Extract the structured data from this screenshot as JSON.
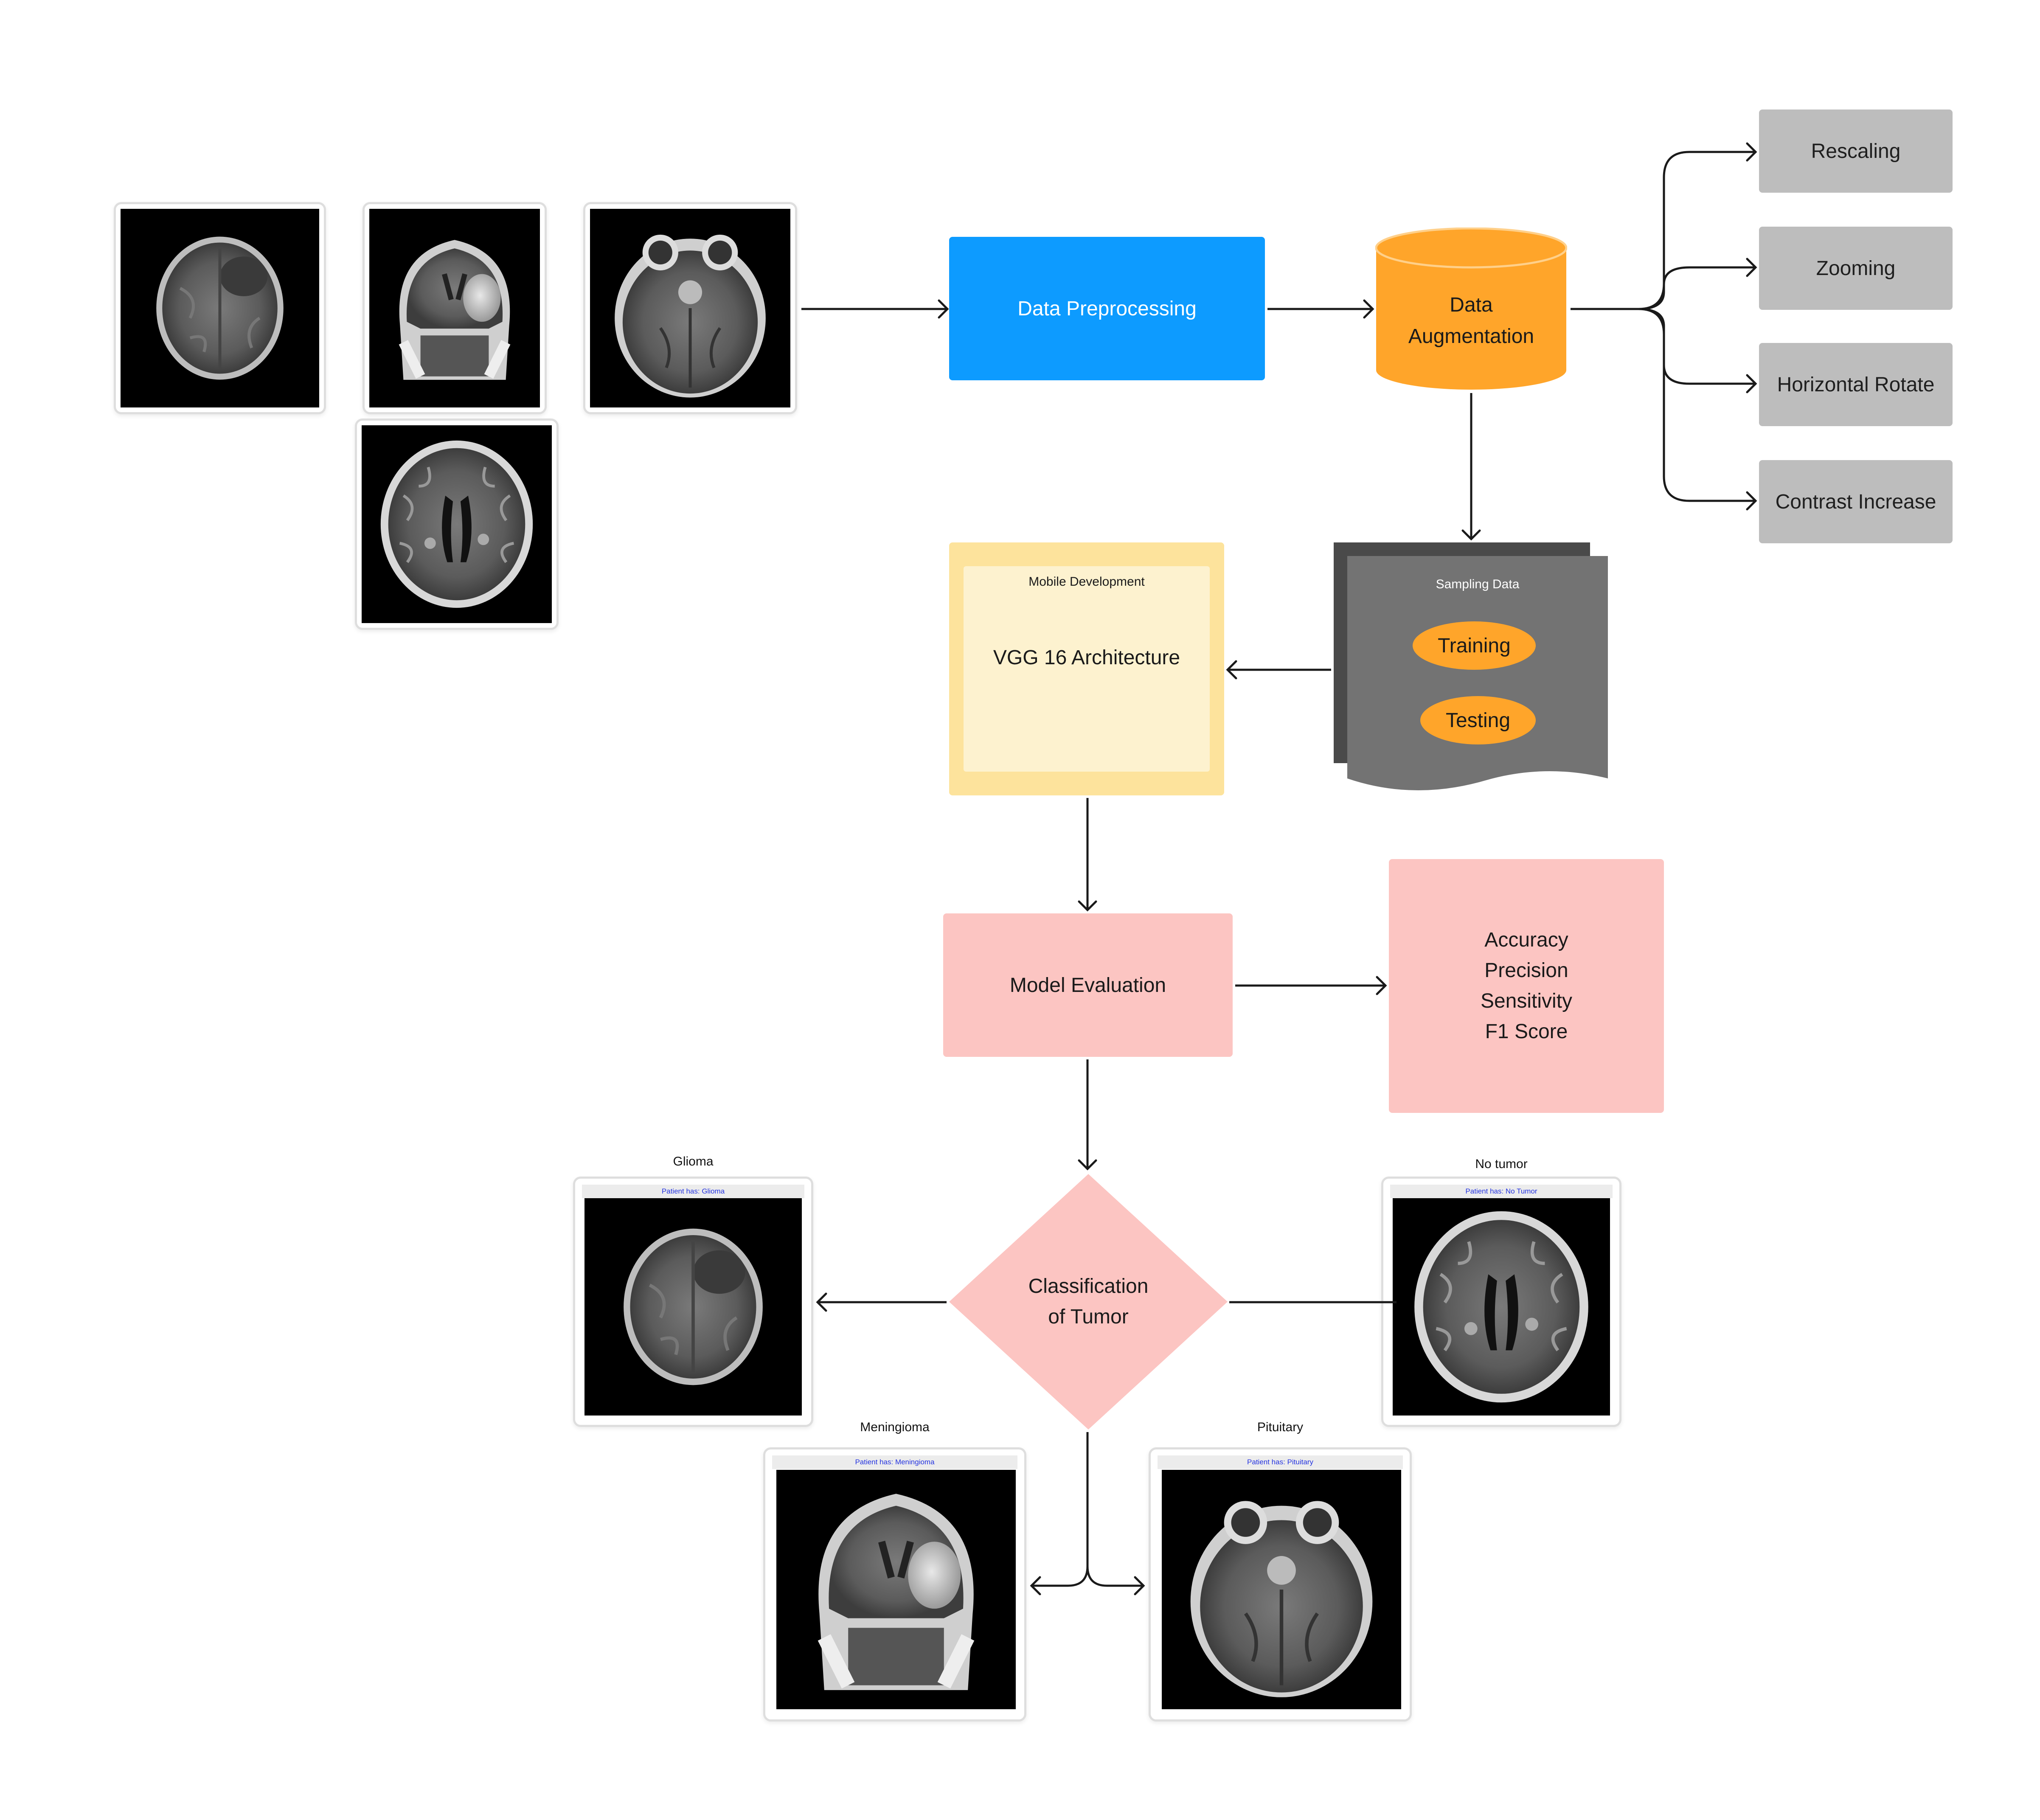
{
  "nodes": {
    "preprocessing": "Data Preprocessing",
    "augmentation": "Data\nAugmentation",
    "aug_ops": [
      "Rescaling",
      "Zooming",
      "Horizontal Rotate",
      "Contrast Increase"
    ],
    "sampling": {
      "title": "Sampling Data",
      "training": "Training",
      "testing": "Testing"
    },
    "mobile": {
      "title": "Mobile Development",
      "arch": "VGG 16 Architecture"
    },
    "evaluation": "Model Evaluation",
    "metrics": "Accuracy\nPrecision\nSensitivity\nF1 Score",
    "classification": "Classification\nof Tumor"
  },
  "results": {
    "glioma": {
      "caption": "Glioma",
      "banner": "Patient has: Glioma"
    },
    "no_tumor": {
      "caption": "No tumor",
      "banner": "Patient has: No Tumor"
    },
    "meningioma": {
      "caption": "Meningioma",
      "banner": "Patient has: Meningioma"
    },
    "pituitary": {
      "caption": "Pituitary",
      "banner": "Patient has: Pituitary"
    }
  },
  "colors": {
    "preprocessing": "#0d9bff",
    "augmentation": "#ffa52a",
    "aug_ops": "#bdbdbd",
    "sampling": "#737373",
    "mobile_outer": "#fde39c",
    "mobile_inner": "#fdf2cf",
    "pink": "#fcc5c2",
    "banner_text": "#2433e0"
  }
}
